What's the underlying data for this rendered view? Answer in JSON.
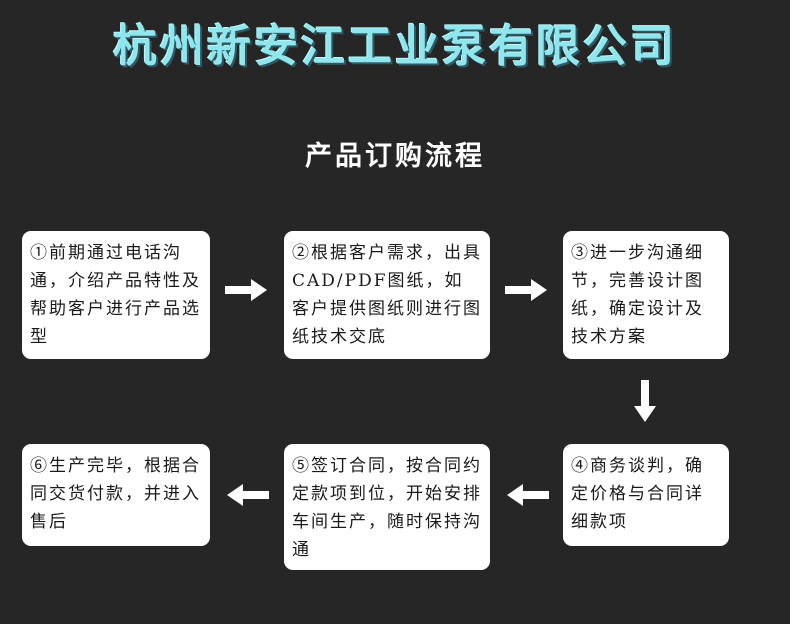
{
  "header": {
    "company_name": "杭州新安江工业泵有限公司"
  },
  "flow": {
    "title": "产品订购流程"
  },
  "steps": [
    {
      "text": "①前期通过电话沟通，介绍产品特性及帮助客户进行产品选型"
    },
    {
      "text": "②根据客户需求，出具CAD/PDF图纸，如客户提供图纸则进行图纸技术交底"
    },
    {
      "text": "③进一步沟通细节，完善设计图纸，确定设计及技术方案"
    },
    {
      "text": "④商务谈判，确定价格与合同详细款项"
    },
    {
      "text": "⑤签订合同，按合同约定款项到位，开始安排车间生产，随时保持沟通"
    },
    {
      "text": "⑥生产完毕，根据合同交货付款，并进入售后"
    }
  ],
  "colors": {
    "background": "#262626",
    "title": "#8fe6ec",
    "box": "#ffffff",
    "arrow": "#ffffff"
  },
  "icons": [
    "arrow-right-icon",
    "arrow-down-icon",
    "arrow-left-icon"
  ]
}
